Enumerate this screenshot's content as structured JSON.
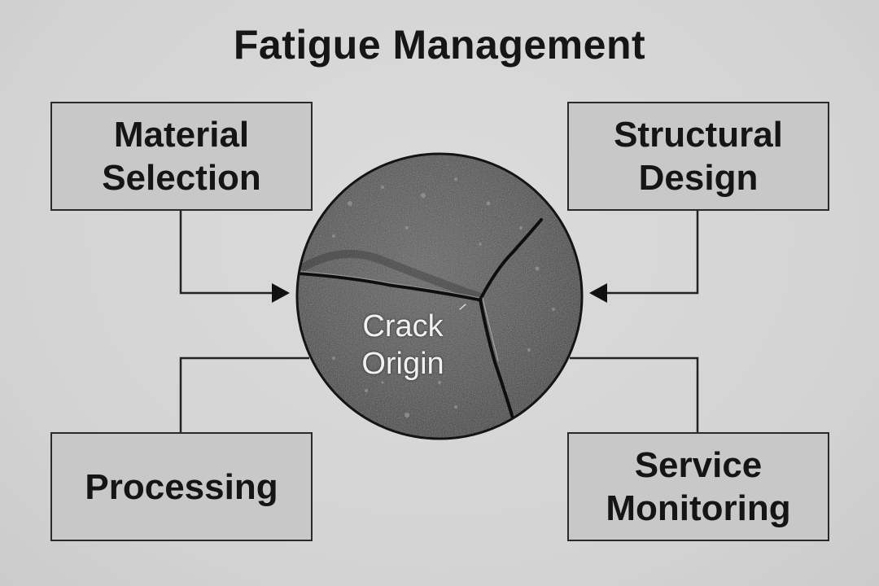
{
  "title": "Fatigue Management",
  "center": {
    "line1": "Crack",
    "line2": "Origin"
  },
  "boxes": {
    "material": {
      "line1": "Material",
      "line2": "Selection"
    },
    "structural": {
      "line1": "Structural",
      "line2": "Design"
    },
    "processing": {
      "line1": "Processing"
    },
    "service": {
      "line1": "Service",
      "line2": "Monitoring"
    }
  },
  "colors": {
    "background": "#d6d6d6",
    "box_fill": "#c8c8c8",
    "stroke": "#2a2a2a",
    "text": "#151515"
  }
}
